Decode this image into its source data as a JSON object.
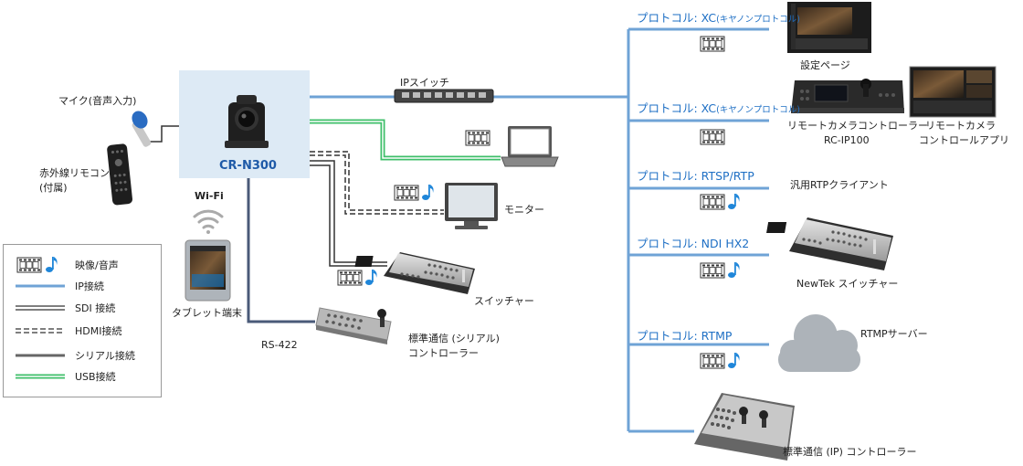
{
  "camera": {
    "model": "CR-N300"
  },
  "left": {
    "mic": "マイク(音声入力)",
    "remote_line1": "赤外線リモコン",
    "remote_line2": "(付属)",
    "wifi": "Wi-Fi",
    "tablet": "タブレット端末",
    "rs422": "RS-422"
  },
  "middle": {
    "ip_switch": "IPスイッチ",
    "monitor": "モニター",
    "switcher": "スイッチャー",
    "serial_ctrl_line1": "標準通信 (シリアル)",
    "serial_ctrl_line2": "コントローラー"
  },
  "protocols": [
    {
      "main": "プロトコル: XC",
      "sub": "(キヤノンプロトコル)"
    },
    {
      "main": "プロトコル: XC",
      "sub": "(キヤノンプロトコル)"
    },
    {
      "main": "プロトコル: RTSP/RTP",
      "sub": ""
    },
    {
      "main": "プロトコル: NDI HX2",
      "sub": ""
    },
    {
      "main": "プロトコル: RTMP",
      "sub": ""
    }
  ],
  "right": {
    "settings_page": "設定ページ",
    "rc_line1": "リモートカメラコントローラー",
    "rc_line2": "RC-IP100",
    "app_line1": "リモートカメラ",
    "app_line2": "コントロールアプリ",
    "rtp_client": "汎用RTPクライアント",
    "newtek": "NewTek スイッチャー",
    "rtmp_server": "RTMPサーバー",
    "ip_ctrl": "標準通信 (IP) コントローラー"
  },
  "legend": {
    "items": [
      "映像/音声",
      "IP接続",
      "SDI 接続",
      "HDMI接続",
      "シリアル接続",
      "USB接続"
    ]
  },
  "colors": {
    "ip": "#6fa3d6",
    "usb": "#3fbf6a",
    "serial": "#4a5a78",
    "protocol_text": "#1e6fc4",
    "music_note": "#1f86d9",
    "camera_box": "#ddeaf5"
  }
}
